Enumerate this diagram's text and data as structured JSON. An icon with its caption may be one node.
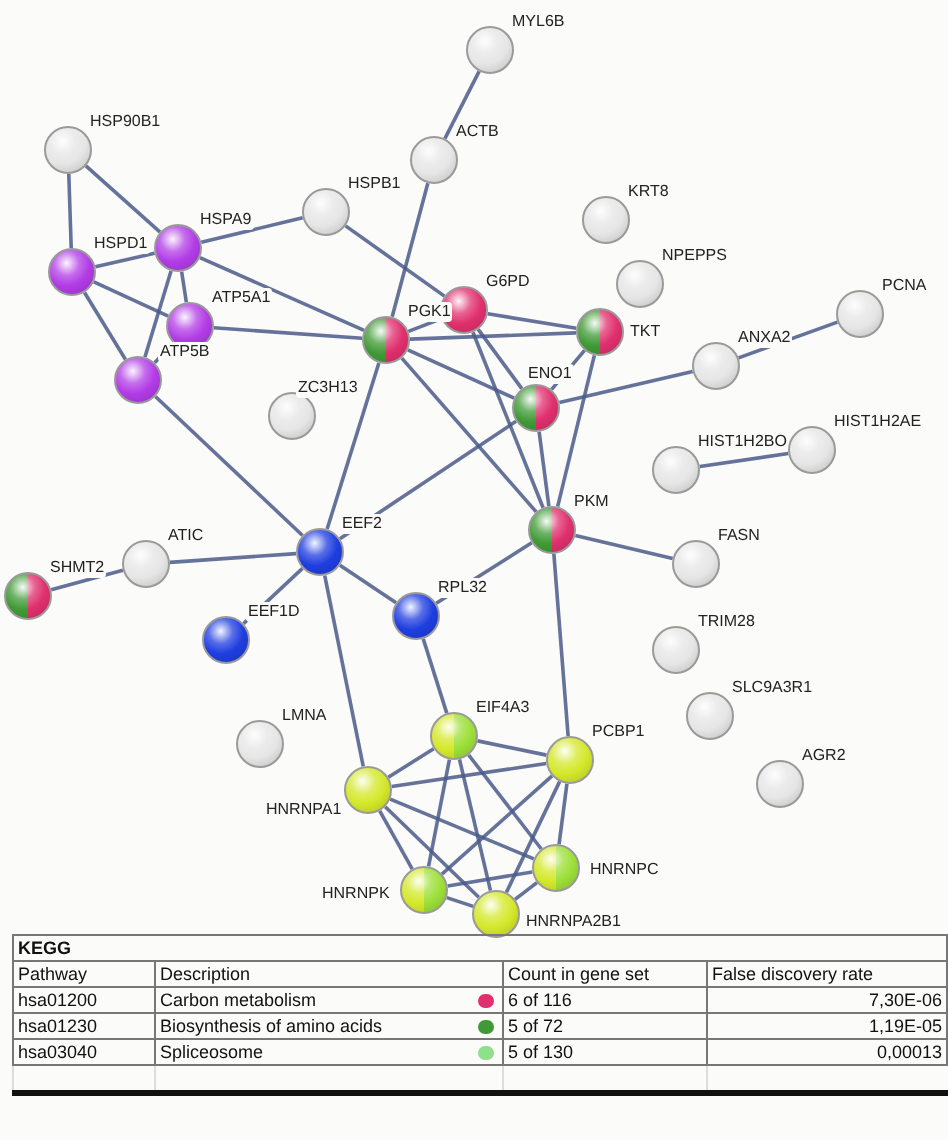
{
  "diagram": {
    "nodes": [
      {
        "text": [
          "MYL6B"
        ]
      },
      {
        "text": [
          "ACTB"
        ]
      },
      {
        "text": [
          "HSP90B1"
        ]
      },
      {
        "text": [
          "HSPB1"
        ]
      },
      {
        "text": [
          "HSPA9"
        ]
      },
      {
        "text": [
          "HSPD1"
        ]
      },
      {
        "text": [
          "ATP5A1"
        ]
      },
      {
        "text": [
          "ATP5B"
        ]
      },
      {
        "text": [
          "KRT8"
        ]
      },
      {
        "text": [
          "NPEPPS"
        ]
      },
      {
        "text": [
          "G6PD"
        ]
      },
      {
        "text": [
          "PGK1"
        ]
      },
      {
        "text": [
          "TKT"
        ]
      },
      {
        "text": [
          "ENO1"
        ]
      },
      {
        "text": [
          "ZC3H13"
        ]
      },
      {
        "text": [
          "PCNA"
        ]
      },
      {
        "text": [
          "ANXA2"
        ]
      },
      {
        "text": [
          "HIST1H2BO"
        ]
      },
      {
        "text": [
          "HIST1H2AE"
        ]
      },
      {
        "text": [
          "ATIC"
        ]
      },
      {
        "text": [
          "SHMT2"
        ]
      },
      {
        "text": [
          "EEF2"
        ]
      },
      {
        "text": [
          "PKM"
        ]
      },
      {
        "text": [
          "FASN"
        ]
      },
      {
        "text": [
          "EEF1D"
        ]
      },
      {
        "text": [
          "RPL32"
        ]
      },
      {
        "text": [
          "TRIM28"
        ]
      },
      {
        "text": [
          "SLC9A3R1"
        ]
      },
      {
        "text": [
          "LMNA"
        ]
      },
      {
        "text": [
          "EIF4A3"
        ]
      },
      {
        "text": [
          "PCBP1"
        ]
      },
      {
        "text": [
          "AGR2"
        ]
      },
      {
        "text": [
          "HNRNPA1"
        ]
      },
      {
        "text": [
          "HNRNPC"
        ]
      },
      {
        "text": [
          "HNRNPK"
        ]
      },
      {
        "text": [
          "HNRNPA2B1"
        ]
      }
    ],
    "edges": [
      {
        "from": 0,
        "to": 1,
        "arrow": "none"
      },
      {
        "from": 1,
        "to": 11,
        "arrow": "none"
      },
      {
        "from": 2,
        "to": 5,
        "arrow": "none"
      },
      {
        "from": 2,
        "to": 4,
        "arrow": "none"
      },
      {
        "from": 4,
        "to": 5,
        "arrow": "none"
      },
      {
        "from": 4,
        "to": 3,
        "arrow": "none"
      },
      {
        "from": 4,
        "to": 6,
        "arrow": "none"
      },
      {
        "from": 4,
        "to": 7,
        "arrow": "none"
      },
      {
        "from": 4,
        "to": 11,
        "arrow": "none"
      },
      {
        "from": 5,
        "to": 6,
        "arrow": "none"
      },
      {
        "from": 5,
        "to": 7,
        "arrow": "none"
      },
      {
        "from": 6,
        "to": 7,
        "arrow": "none"
      },
      {
        "from": 6,
        "to": 11,
        "arrow": "none"
      },
      {
        "from": 3,
        "to": 10,
        "arrow": "none"
      },
      {
        "from": 7,
        "to": 21,
        "arrow": "none"
      },
      {
        "from": 11,
        "to": 10,
        "arrow": "none"
      },
      {
        "from": 11,
        "to": 12,
        "arrow": "none"
      },
      {
        "from": 11,
        "to": 13,
        "arrow": "none"
      },
      {
        "from": 11,
        "to": 22,
        "arrow": "none"
      },
      {
        "from": 11,
        "to": 21,
        "arrow": "none"
      },
      {
        "from": 10,
        "to": 12,
        "arrow": "none"
      },
      {
        "from": 10,
        "to": 13,
        "arrow": "none"
      },
      {
        "from": 10,
        "to": 22,
        "arrow": "none"
      },
      {
        "from": 12,
        "to": 13,
        "arrow": "none"
      },
      {
        "from": 12,
        "to": 22,
        "arrow": "none"
      },
      {
        "from": 13,
        "to": 22,
        "arrow": "none"
      },
      {
        "from": 13,
        "to": 16,
        "arrow": "none"
      },
      {
        "from": 13,
        "to": 21,
        "arrow": "none"
      },
      {
        "from": 16,
        "to": 15,
        "arrow": "none"
      },
      {
        "from": 17,
        "to": 18,
        "arrow": "none"
      },
      {
        "from": 22,
        "to": 23,
        "arrow": "none"
      },
      {
        "from": 22,
        "to": 25,
        "arrow": "none"
      },
      {
        "from": 22,
        "to": 30,
        "arrow": "none"
      },
      {
        "from": 19,
        "to": 20,
        "arrow": "none"
      },
      {
        "from": 19,
        "to": 21,
        "arrow": "none"
      },
      {
        "from": 21,
        "to": 24,
        "arrow": "none"
      },
      {
        "from": 21,
        "to": 25,
        "arrow": "none"
      },
      {
        "from": 21,
        "to": 32,
        "arrow": "none"
      },
      {
        "from": 25,
        "to": 29,
        "arrow": "none"
      },
      {
        "from": 29,
        "to": 30,
        "arrow": "none"
      },
      {
        "from": 29,
        "to": 32,
        "arrow": "none"
      },
      {
        "from": 29,
        "to": 33,
        "arrow": "none"
      },
      {
        "from": 29,
        "to": 34,
        "arrow": "none"
      },
      {
        "from": 29,
        "to": 35,
        "arrow": "none"
      },
      {
        "from": 30,
        "to": 32,
        "arrow": "none"
      },
      {
        "from": 30,
        "to": 33,
        "arrow": "none"
      },
      {
        "from": 30,
        "to": 34,
        "arrow": "none"
      },
      {
        "from": 30,
        "to": 35,
        "arrow": "none"
      },
      {
        "from": 32,
        "to": 33,
        "arrow": "none"
      },
      {
        "from": 32,
        "to": 34,
        "arrow": "none"
      },
      {
        "from": 32,
        "to": 35,
        "arrow": "none"
      },
      {
        "from": 33,
        "to": 34,
        "arrow": "none"
      },
      {
        "from": 33,
        "to": 35,
        "arrow": "none"
      },
      {
        "from": 34,
        "to": 35,
        "arrow": "none"
      }
    ],
    "labels": [
      "KEGG",
      "Pathway",
      "Description",
      "Count in gene set",
      "False discovery rate",
      "hsa01200",
      "6 of 116",
      "7,30E-06",
      "hsa01230",
      "5 of 72",
      "1,19E-05",
      "hsa03040",
      "5 of 130",
      "0,00013"
    ],
    "legend": [
      {
        "text": "Carbon metabolism",
        "color": "#e0306e"
      },
      {
        "text": "Biosynthesis of amino acids",
        "color": "#3f9a35"
      },
      {
        "text": "Spliceosome",
        "color": "#8fe08a"
      }
    ]
  }
}
